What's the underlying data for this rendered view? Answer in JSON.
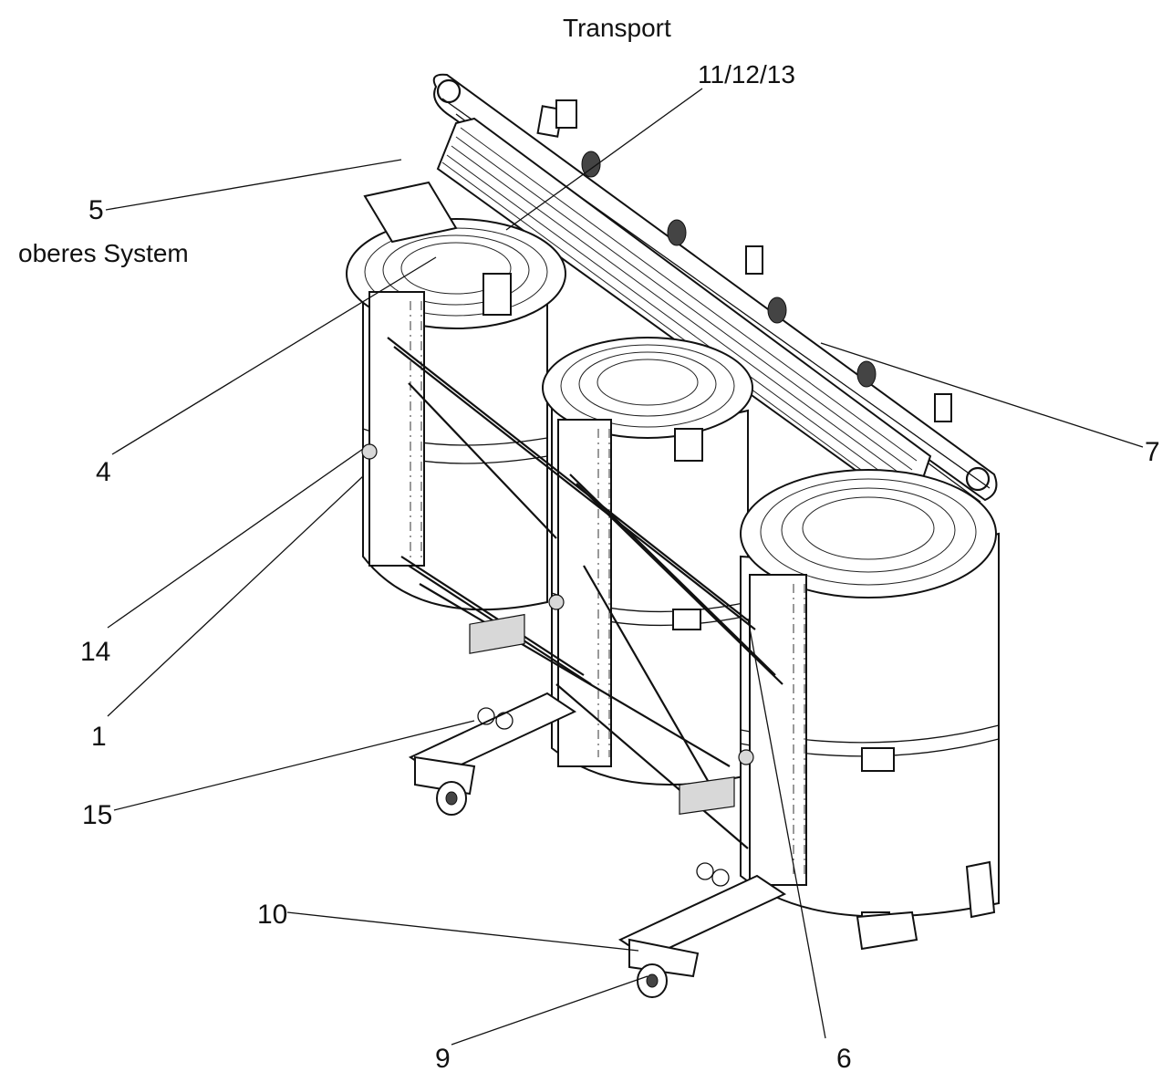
{
  "labels": {
    "transport": "Transport",
    "l_11_12_13": "11/12/13",
    "l_5": "5",
    "oberes_system": "oberes System",
    "l_4": "4",
    "l_7": "7",
    "l_14": "14",
    "l_1": "1",
    "l_15": "15",
    "l_10": "10",
    "l_9": "9",
    "l_6": "6"
  },
  "colors": {
    "line": "#111111",
    "background": "#ffffff"
  }
}
